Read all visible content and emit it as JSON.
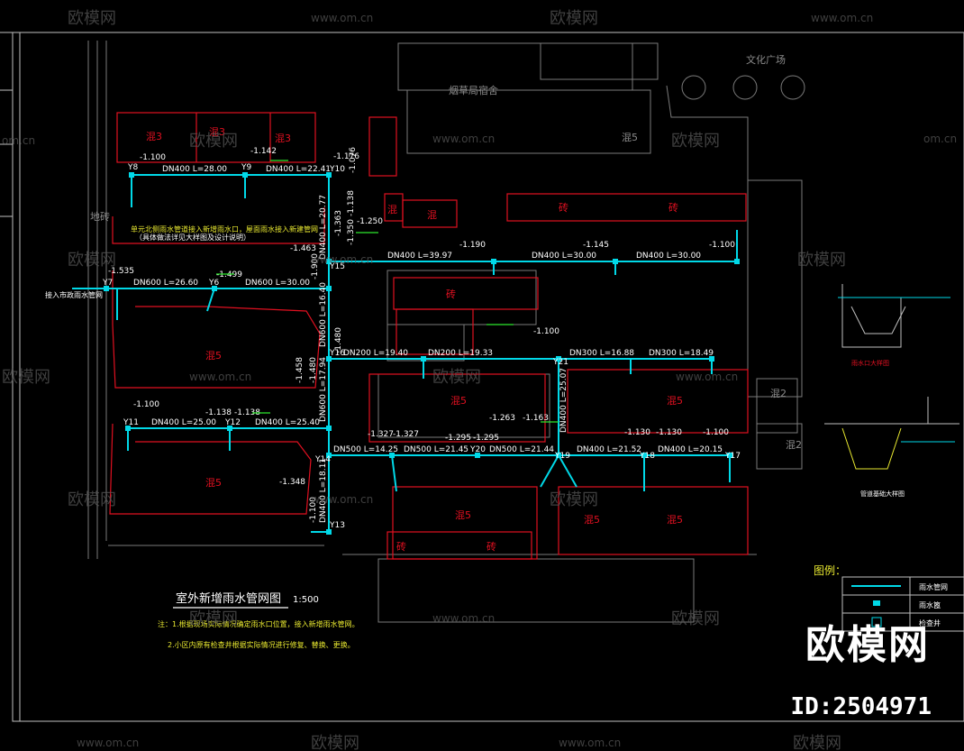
{
  "watermark": {
    "brand": "欧模网",
    "site": "www.om.cn",
    "site_short": "om.cn",
    "id_label": "ID:2504971"
  },
  "plan": {
    "title": "室外新增雨水管网图",
    "scale": "1:500",
    "notes": [
      "注：1.根据现场实际情况确定雨水口位置，接入新增雨水管网。",
      "2.小区内原有检查井根据实际情况进行修复、替换、更换。"
    ],
    "top_labels": [
      "烟草局宿舍",
      "文化广场",
      "地砖"
    ],
    "inlet_label": "接入市政雨水管网",
    "yellow_note_1": "单元北侧雨水管道接入新增雨水口，屋面雨水接入新建管网",
    "yellow_note_2": "（具体做法详见大样图及设计说明）"
  },
  "blocks": {
    "hun3": "混3",
    "hun5": "混5",
    "hun2": "混2",
    "zhuan": "砖",
    "hun": "混"
  },
  "pipes": {
    "p1": "DN400 L=28.00",
    "p2": "DN400 L=22.41",
    "p3": "DN400 L=20.77",
    "p4": "DN400 L=39.97",
    "p5": "DN400 L=30.00",
    "p6": "DN400 L=30.00",
    "p7": "DN600 L=26.60",
    "p8": "DN600 L=30.00",
    "p9": "DN600 L=16.40",
    "p10": "DN200 L=19.40",
    "p11": "DN200 L=19.33",
    "p12": "DN300 L=16.88",
    "p13": "DN300 L=18.49",
    "p14": "DN600 L=17.94",
    "p15": "DN400 L=25.00",
    "p16": "DN400 L=25.40",
    "p17": "DN500 L=14.25",
    "p18": "DN500 L=21.45",
    "p19": "DN500 L=21.44",
    "p20": "DN400 L=21.52",
    "p21": "DN400 L=20.15",
    "p22": "DN400 L=25.07",
    "p23": "DN400 L=18.11"
  },
  "nodes": {
    "y7": "Y7",
    "y6": "Y6",
    "y8": "Y8",
    "y9": "Y9",
    "y10": "Y10",
    "y11": "Y11",
    "y12": "Y12",
    "y13": "Y13",
    "y14": "Y14",
    "y15": "Y15",
    "y16": "Y16",
    "y17": "Y17",
    "y18": "Y18",
    "y19": "Y19",
    "y20": "Y20",
    "y21": "Y21"
  },
  "elevations": {
    "e1": "-1.100",
    "e2": "-1.142",
    "e3": "-1.176",
    "e4": "-1.076",
    "e5": "-1.138",
    "e6": "-1.250",
    "e7": "-1.463",
    "e8": "-1.350",
    "e9": "-1.363",
    "e10": "-1.190",
    "e11": "-1.145",
    "e12": "-1.100",
    "e13": "-1.535",
    "e14": "-1.499",
    "e15": "-1.900",
    "e16": "-1.480",
    "e17": "-1.458",
    "e18": "-1.100",
    "e19": "-1.138",
    "e20": "-1.100",
    "e21": "-1.327",
    "e22": "-1.327",
    "e23": "-1.295",
    "e24": "-1.295",
    "e25": "-1.263",
    "e26": "-1.163",
    "e27": "-1.130",
    "e28": "-1.130",
    "e29": "-1.100",
    "e30": "-1.348",
    "e31": "-1.100",
    "e32": "-1.480",
    "e33": "-1.100"
  },
  "legend": {
    "title": "图例：",
    "items": [
      "雨水管网",
      "雨水篦",
      "检查井"
    ]
  },
  "detail_labels": {
    "d1": "雨水口大样图",
    "d2": "管道基础大样图"
  },
  "colors": {
    "background": "#000000",
    "pipe": "#00d9e8",
    "building": "#e01020",
    "existing": "#8a8a8a",
    "text": "#ffffff",
    "yellow": "#e8e830",
    "green": "#2ee82e"
  }
}
